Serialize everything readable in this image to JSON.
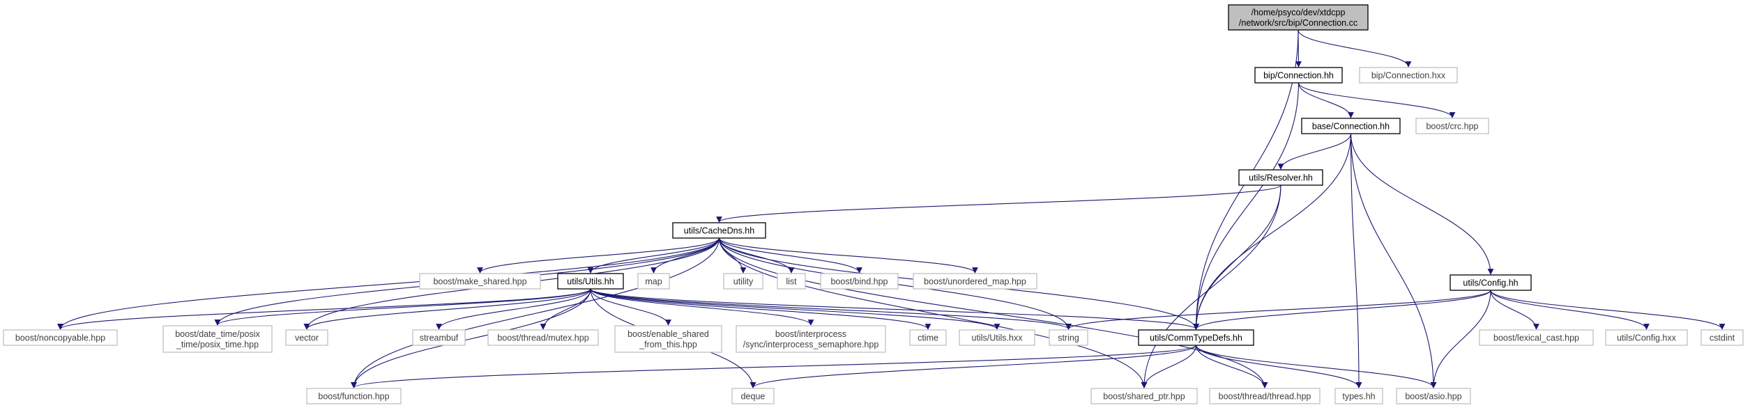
{
  "title": "",
  "colors": {
    "edge": "#191970",
    "edge_gray": "#aaaaaa",
    "root_fill": "#bfbfbf",
    "node_border": "#000000",
    "leaf_border": "#bfbfbf",
    "leaf_text": "#404040",
    "text": "#000000"
  },
  "nodes": [
    {
      "id": "root",
      "label": [
        "/home/psyco/dev/xtdcpp",
        "/network/src/bip/Connection.cc"
      ],
      "kind": "root"
    },
    {
      "id": "bip_conn_hh",
      "label": [
        "bip/Connection.hh"
      ],
      "kind": "file"
    },
    {
      "id": "bip_conn_hxx",
      "label": [
        "bip/Connection.hxx"
      ],
      "kind": "leaf"
    },
    {
      "id": "base_conn_hh",
      "label": [
        "base/Connection.hh"
      ],
      "kind": "file"
    },
    {
      "id": "boost_crc",
      "label": [
        "boost/crc.hpp"
      ],
      "kind": "leaf"
    },
    {
      "id": "resolver_hh",
      "label": [
        "utils/Resolver.hh"
      ],
      "kind": "file"
    },
    {
      "id": "cachedns_hh",
      "label": [
        "utils/CacheDns.hh"
      ],
      "kind": "file"
    },
    {
      "id": "config_hh",
      "label": [
        "utils/Config.hh"
      ],
      "kind": "file"
    },
    {
      "id": "make_shared",
      "label": [
        "boost/make_shared.hpp"
      ],
      "kind": "leaf"
    },
    {
      "id": "utils_hh",
      "label": [
        "utils/Utils.hh"
      ],
      "kind": "file"
    },
    {
      "id": "map",
      "label": [
        "map"
      ],
      "kind": "leaf"
    },
    {
      "id": "utility",
      "label": [
        "utility"
      ],
      "kind": "leaf"
    },
    {
      "id": "list",
      "label": [
        "list"
      ],
      "kind": "leaf"
    },
    {
      "id": "boost_bind",
      "label": [
        "boost/bind.hpp"
      ],
      "kind": "leaf"
    },
    {
      "id": "unordered_map",
      "label": [
        "boost/unordered_map.hpp"
      ],
      "kind": "leaf"
    },
    {
      "id": "noncopyable",
      "label": [
        "boost/noncopyable.hpp"
      ],
      "kind": "leaf"
    },
    {
      "id": "posix_time",
      "label": [
        "boost/date_time/posix",
        "_time/posix_time.hpp"
      ],
      "kind": "leaf"
    },
    {
      "id": "vector",
      "label": [
        "vector"
      ],
      "kind": "leaf"
    },
    {
      "id": "streambuf",
      "label": [
        "streambuf"
      ],
      "kind": "leaf"
    },
    {
      "id": "thread_mutex",
      "label": [
        "boost/thread/mutex.hpp"
      ],
      "kind": "leaf"
    },
    {
      "id": "enable_shared",
      "label": [
        "boost/enable_shared",
        "_from_this.hpp"
      ],
      "kind": "leaf"
    },
    {
      "id": "interprocess",
      "label": [
        "boost/interprocess",
        "/sync/interprocess_semaphore.hpp"
      ],
      "kind": "leaf"
    },
    {
      "id": "ctime",
      "label": [
        "ctime"
      ],
      "kind": "leaf"
    },
    {
      "id": "utils_hxx",
      "label": [
        "utils/Utils.hxx"
      ],
      "kind": "leaf"
    },
    {
      "id": "string",
      "label": [
        "string"
      ],
      "kind": "leaf"
    },
    {
      "id": "commtypedefs",
      "label": [
        "utils/CommTypeDefs.hh"
      ],
      "kind": "file"
    },
    {
      "id": "lexical_cast",
      "label": [
        "boost/lexical_cast.hpp"
      ],
      "kind": "leaf"
    },
    {
      "id": "config_hxx",
      "label": [
        "utils/Config.hxx"
      ],
      "kind": "leaf"
    },
    {
      "id": "cstdint",
      "label": [
        "cstdint"
      ],
      "kind": "leaf"
    },
    {
      "id": "boost_function",
      "label": [
        "boost/function.hpp"
      ],
      "kind": "leaf"
    },
    {
      "id": "deque",
      "label": [
        "deque"
      ],
      "kind": "leaf"
    },
    {
      "id": "shared_ptr",
      "label": [
        "boost/shared_ptr.hpp"
      ],
      "kind": "leaf"
    },
    {
      "id": "thread_thread",
      "label": [
        "boost/thread/thread.hpp"
      ],
      "kind": "leaf"
    },
    {
      "id": "types_hh",
      "label": [
        "types.hh"
      ],
      "kind": "leaf"
    },
    {
      "id": "boost_asio",
      "label": [
        "boost/asio.hpp"
      ],
      "kind": "leaf"
    }
  ],
  "edges": [
    [
      "root",
      "bip_conn_hh"
    ],
    [
      "root",
      "bip_conn_hxx"
    ],
    [
      "root",
      "commtypedefs"
    ],
    [
      "bip_conn_hh",
      "base_conn_hh"
    ],
    [
      "bip_conn_hh",
      "boost_crc"
    ],
    [
      "bip_conn_hh",
      "commtypedefs"
    ],
    [
      "base_conn_hh",
      "resolver_hh"
    ],
    [
      "base_conn_hh",
      "config_hh"
    ],
    [
      "base_conn_hh",
      "commtypedefs"
    ],
    [
      "base_conn_hh",
      "types_hh"
    ],
    [
      "base_conn_hh",
      "boost_asio"
    ],
    [
      "resolver_hh",
      "cachedns_hh"
    ],
    [
      "resolver_hh",
      "commtypedefs"
    ],
    [
      "resolver_hh",
      "shared_ptr"
    ],
    [
      "cachedns_hh",
      "utils_hh"
    ],
    [
      "cachedns_hh",
      "make_shared"
    ],
    [
      "cachedns_hh",
      "map"
    ],
    [
      "cachedns_hh",
      "utility"
    ],
    [
      "cachedns_hh",
      "list"
    ],
    [
      "cachedns_hh",
      "boost_bind"
    ],
    [
      "cachedns_hh",
      "unordered_map"
    ],
    [
      "cachedns_hh",
      "noncopyable"
    ],
    [
      "cachedns_hh",
      "posix_time"
    ],
    [
      "cachedns_hh",
      "vector"
    ],
    [
      "cachedns_hh",
      "boost_function"
    ],
    [
      "cachedns_hh",
      "string"
    ],
    [
      "cachedns_hh",
      "commtypedefs"
    ],
    [
      "cachedns_hh",
      "shared_ptr"
    ],
    [
      "cachedns_hh",
      "thread_thread"
    ],
    [
      "utils_hh",
      "noncopyable"
    ],
    [
      "utils_hh",
      "posix_time"
    ],
    [
      "utils_hh",
      "vector"
    ],
    [
      "utils_hh",
      "boost_function"
    ],
    [
      "utils_hh",
      "deque"
    ],
    [
      "utils_hh",
      "streambuf"
    ],
    [
      "utils_hh",
      "thread_mutex"
    ],
    [
      "utils_hh",
      "enable_shared"
    ],
    [
      "utils_hh",
      "interprocess"
    ],
    [
      "utils_hh",
      "ctime"
    ],
    [
      "utils_hh",
      "utils_hxx"
    ],
    [
      "utils_hh",
      "string"
    ],
    [
      "utils_hh",
      "commtypedefs"
    ],
    [
      "config_hh",
      "string"
    ],
    [
      "config_hh",
      "commtypedefs"
    ],
    [
      "config_hh",
      "lexical_cast"
    ],
    [
      "config_hh",
      "config_hxx"
    ],
    [
      "config_hh",
      "cstdint"
    ],
    [
      "config_hh",
      "boost_asio"
    ],
    [
      "commtypedefs",
      "boost_function"
    ],
    [
      "commtypedefs",
      "deque"
    ],
    [
      "commtypedefs",
      "shared_ptr"
    ],
    [
      "commtypedefs",
      "thread_thread"
    ],
    [
      "commtypedefs",
      "types_hh"
    ],
    [
      "commtypedefs",
      "boost_asio"
    ]
  ]
}
